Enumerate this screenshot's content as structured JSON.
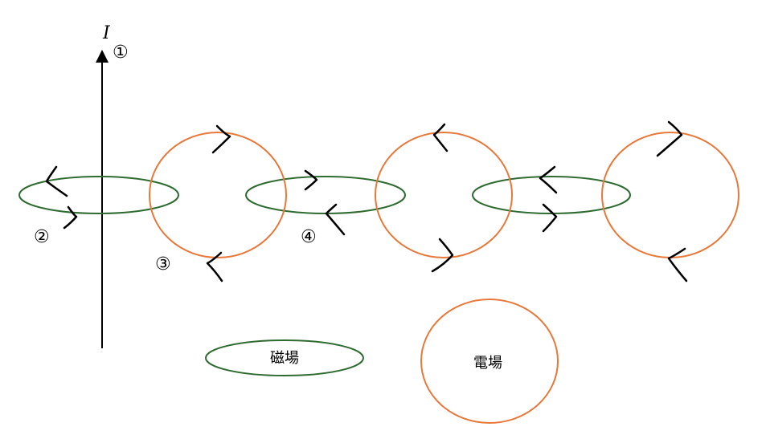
{
  "diagram": {
    "current_label": "I",
    "markers": {
      "m1": "①",
      "m2": "②",
      "m3": "③",
      "m4": "④"
    },
    "legend": {
      "magnetic": "磁場",
      "electric": "電場"
    },
    "colors": {
      "magnetic": "#2e6b30",
      "electric": "#e8783a",
      "arrow": "#000000"
    }
  }
}
